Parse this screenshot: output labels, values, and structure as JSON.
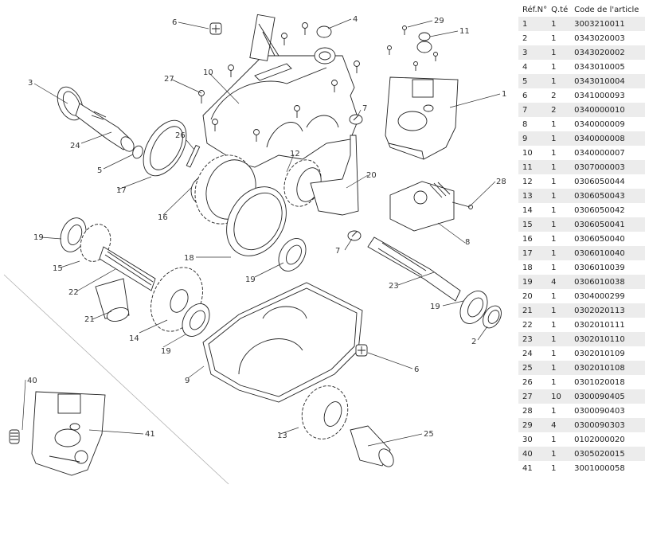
{
  "table": {
    "headers": {
      "ref": "Réf.N°",
      "qty": "Q.té",
      "code": "Code de l'article"
    },
    "rows": [
      {
        "ref": "1",
        "qty": "1",
        "code": "3003210011"
      },
      {
        "ref": "2",
        "qty": "1",
        "code": "0343020003"
      },
      {
        "ref": "3",
        "qty": "1",
        "code": "0343020002"
      },
      {
        "ref": "4",
        "qty": "1",
        "code": "0343010005"
      },
      {
        "ref": "5",
        "qty": "1",
        "code": "0343010004"
      },
      {
        "ref": "6",
        "qty": "2",
        "code": "0341000093"
      },
      {
        "ref": "7",
        "qty": "2",
        "code": "0340000010"
      },
      {
        "ref": "8",
        "qty": "1",
        "code": "0340000009"
      },
      {
        "ref": "9",
        "qty": "1",
        "code": "0340000008"
      },
      {
        "ref": "10",
        "qty": "1",
        "code": "0340000007"
      },
      {
        "ref": "11",
        "qty": "1",
        "code": "0307000003"
      },
      {
        "ref": "12",
        "qty": "1",
        "code": "0306050044"
      },
      {
        "ref": "13",
        "qty": "1",
        "code": "0306050043"
      },
      {
        "ref": "14",
        "qty": "1",
        "code": "0306050042"
      },
      {
        "ref": "15",
        "qty": "1",
        "code": "0306050041"
      },
      {
        "ref": "16",
        "qty": "1",
        "code": "0306050040"
      },
      {
        "ref": "17",
        "qty": "1",
        "code": "0306010040"
      },
      {
        "ref": "18",
        "qty": "1",
        "code": "0306010039"
      },
      {
        "ref": "19",
        "qty": "4",
        "code": "0306010038"
      },
      {
        "ref": "20",
        "qty": "1",
        "code": "0304000299"
      },
      {
        "ref": "21",
        "qty": "1",
        "code": "0302020113"
      },
      {
        "ref": "22",
        "qty": "1",
        "code": "0302010111"
      },
      {
        "ref": "23",
        "qty": "1",
        "code": "0302010110"
      },
      {
        "ref": "24",
        "qty": "1",
        "code": "0302010109"
      },
      {
        "ref": "25",
        "qty": "1",
        "code": "0302010108"
      },
      {
        "ref": "26",
        "qty": "1",
        "code": "0301020018"
      },
      {
        "ref": "27",
        "qty": "10",
        "code": "0300090405"
      },
      {
        "ref": "28",
        "qty": "1",
        "code": "0300090403"
      },
      {
        "ref": "29",
        "qty": "4",
        "code": "0300090303"
      },
      {
        "ref": "30",
        "qty": "1",
        "code": "0102000020"
      },
      {
        "ref": "40",
        "qty": "1",
        "code": "0305020015"
      },
      {
        "ref": "41",
        "qty": "1",
        "code": "3001000058"
      }
    ]
  },
  "diagram": {
    "callouts": {
      "c1": "1",
      "c2": "2",
      "c3": "3",
      "c4": "4",
      "c5": "5",
      "c6a": "6",
      "c6b": "6",
      "c7a": "7",
      "c7b": "7",
      "c8": "8",
      "c9": "9",
      "c10": "10",
      "c11": "11",
      "c12": "12",
      "c13": "13",
      "c14": "14",
      "c15": "15",
      "c16": "16",
      "c17": "17",
      "c18": "18",
      "c19a": "19",
      "c19b": "19",
      "c19c": "19",
      "c19d": "19",
      "c20": "20",
      "c21": "21",
      "c22": "22",
      "c23": "23",
      "c24": "24",
      "c25": "25",
      "c26": "26",
      "c27": "27",
      "c28": "28",
      "c29": "29",
      "c40": "40",
      "c41": "41"
    }
  }
}
